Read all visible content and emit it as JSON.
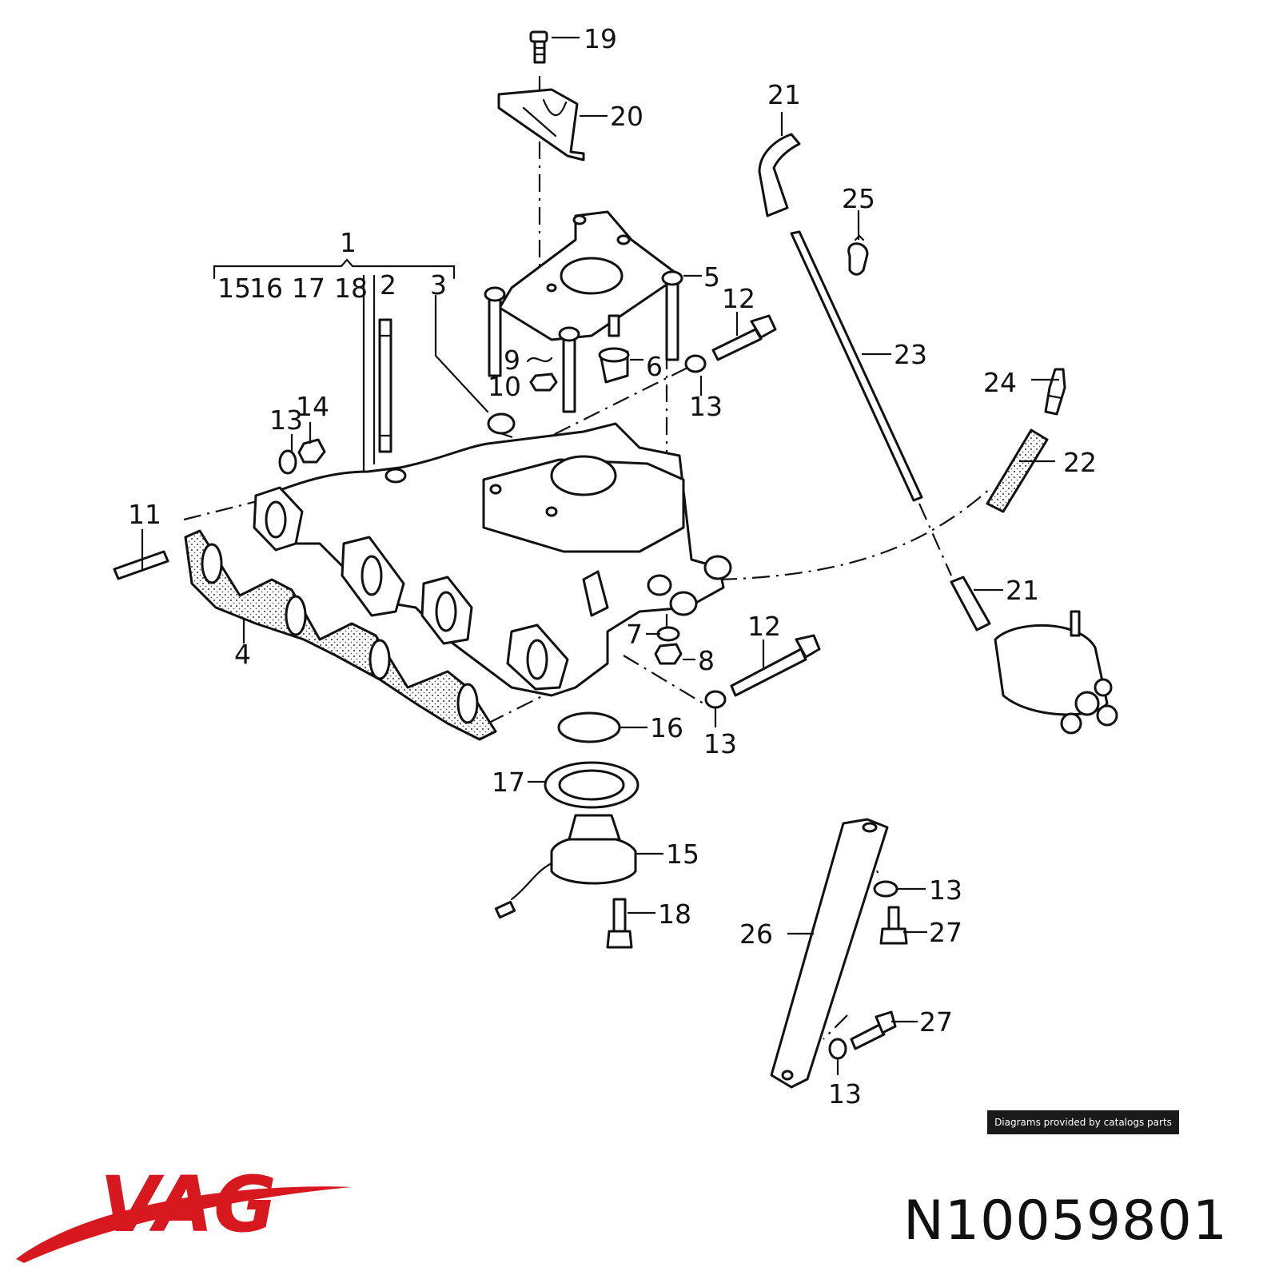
{
  "diagram": {
    "callouts": [
      {
        "id": "19",
        "label": "19"
      },
      {
        "id": "20",
        "label": "20"
      },
      {
        "id": "21a",
        "label": "21"
      },
      {
        "id": "25",
        "label": "25"
      },
      {
        "id": "1",
        "label": "1"
      },
      {
        "id": "15a",
        "label": "15"
      },
      {
        "id": "16a",
        "label": "16"
      },
      {
        "id": "17a",
        "label": "17"
      },
      {
        "id": "18a",
        "label": "18"
      },
      {
        "id": "2",
        "label": "2"
      },
      {
        "id": "3",
        "label": "3"
      },
      {
        "id": "5",
        "label": "5"
      },
      {
        "id": "12a",
        "label": "12"
      },
      {
        "id": "23",
        "label": "23"
      },
      {
        "id": "9",
        "label": "9"
      },
      {
        "id": "6",
        "label": "6"
      },
      {
        "id": "10",
        "label": "10"
      },
      {
        "id": "13a",
        "label": "13"
      },
      {
        "id": "24",
        "label": "24"
      },
      {
        "id": "14",
        "label": "14"
      },
      {
        "id": "13b",
        "label": "13"
      },
      {
        "id": "22",
        "label": "22"
      },
      {
        "id": "11",
        "label": "11"
      },
      {
        "id": "21b",
        "label": "21"
      },
      {
        "id": "7",
        "label": "7"
      },
      {
        "id": "12b",
        "label": "12"
      },
      {
        "id": "8",
        "label": "8"
      },
      {
        "id": "4",
        "label": "4"
      },
      {
        "id": "16b",
        "label": "16"
      },
      {
        "id": "13c",
        "label": "13"
      },
      {
        "id": "17b",
        "label": "17"
      },
      {
        "id": "15b",
        "label": "15"
      },
      {
        "id": "13d",
        "label": "13"
      },
      {
        "id": "18b",
        "label": "18"
      },
      {
        "id": "27a",
        "label": "27"
      },
      {
        "id": "26",
        "label": "26"
      },
      {
        "id": "27b",
        "label": "27"
      },
      {
        "id": "13e",
        "label": "13"
      }
    ]
  },
  "footer": {
    "credit": "Diagrams provided by catalogs parts",
    "brand": "VAG",
    "part_number": "N10059801"
  },
  "colors": {
    "brand_red": "#d7191f",
    "line": "#111111",
    "credit_bg": "#1a1a1a"
  }
}
